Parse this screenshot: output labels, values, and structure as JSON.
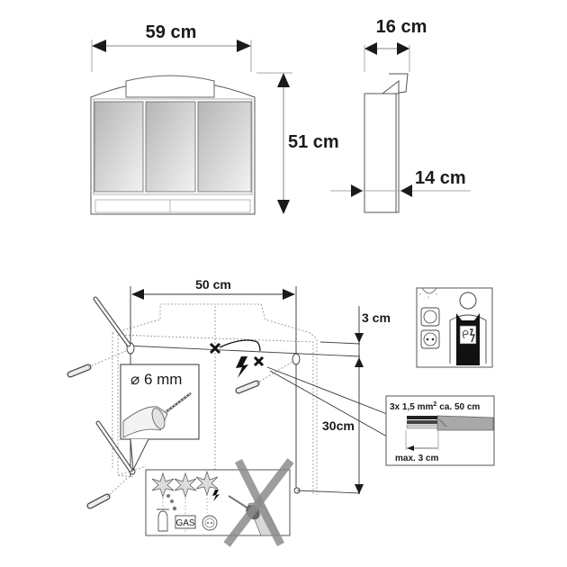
{
  "top_view": {
    "front": {
      "width_label": "59 cm",
      "height_label": "51 cm"
    },
    "side": {
      "depth_top_label": "16 cm",
      "depth_body_label": "14 cm"
    }
  },
  "mounting": {
    "hole_spacing_label": "50 cm",
    "top_offset_label": "3 cm",
    "vertical_spacing_label": "30cm",
    "drill_bit_label": "⌀ 6 mm",
    "cable": {
      "spec_label": "3x 1,5 mm",
      "spec_superscript": "2",
      "length_label": "ca. 50 cm",
      "strip_label": "max. 3 cm"
    },
    "warning_panel": {
      "gas_label": "GAS"
    },
    "electrician_icon": "electrician-icon"
  },
  "colors": {
    "line": "#1a1a1a",
    "gray_line": "#9a9a9a",
    "cross_gray": "#8c8c8c",
    "cable_gray": "#a8a8a8"
  }
}
